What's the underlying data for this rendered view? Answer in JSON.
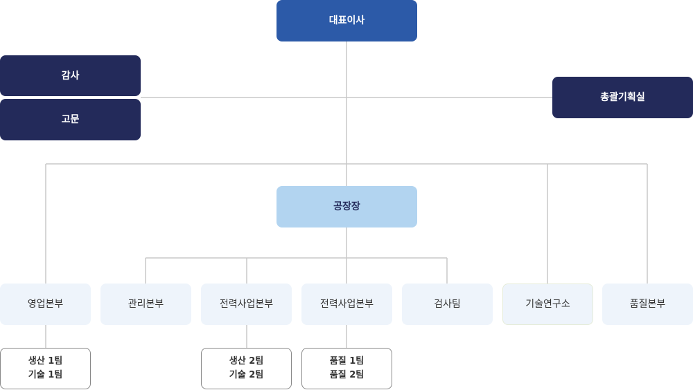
{
  "ceo": "대표이사",
  "audit": "감사",
  "advisor": "고문",
  "planning": "총괄기획실",
  "plant_manager": "공장장",
  "departments": {
    "sales": "영업본부",
    "admin": "관리본부",
    "power1": "전력사업본부",
    "power2": "전력사업본부",
    "inspection": "검사팀",
    "research": "기술연구소",
    "quality": "품질본부"
  },
  "teams": {
    "sales": [
      "생산 1팀",
      "기술 1팀"
    ],
    "power1": [
      "생산 2팀",
      "기술 2팀"
    ],
    "power2": [
      "품질 1팀",
      "품질 2팀"
    ]
  }
}
